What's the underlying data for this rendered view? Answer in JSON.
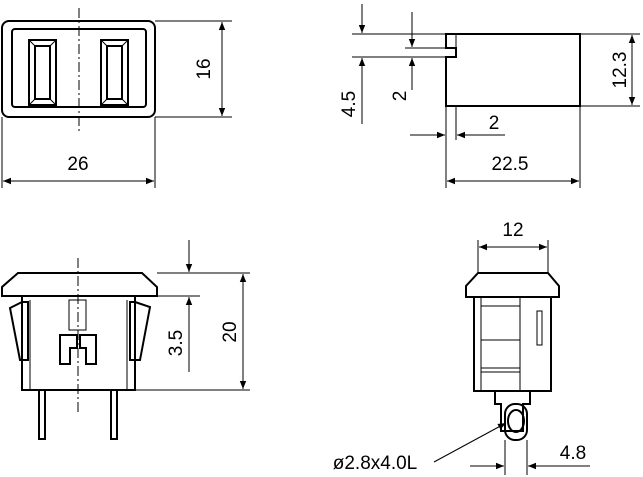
{
  "drawing": {
    "dimensions": {
      "front_width": "26",
      "front_height": "16",
      "side_depth": "22.5",
      "side_height": "12.3",
      "side_tab_offset": "4.5",
      "side_tab_height": "2",
      "side_tab_width": "2",
      "bottom_height": "20",
      "bottom_flange": "3.5",
      "end_width": "12",
      "end_tab_width": "4.8",
      "hole_callout": "ø2.8x4.0L"
    }
  }
}
